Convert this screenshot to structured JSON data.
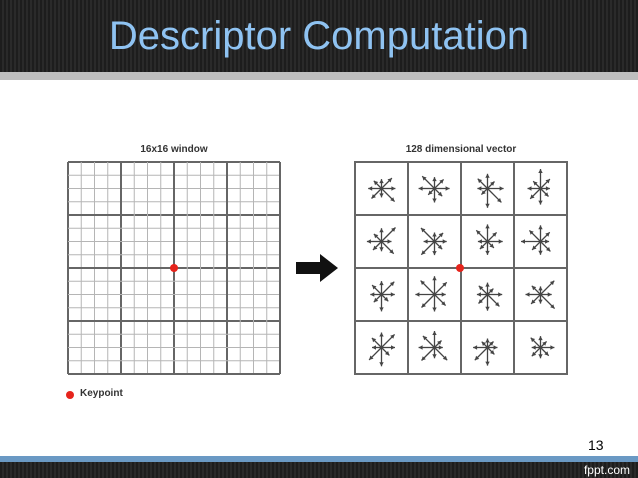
{
  "slide": {
    "title": "Descriptor Computation",
    "page_number": "13",
    "brand": "fppt.com"
  },
  "diagram": {
    "left_panel_title": "16x16 window",
    "right_panel_title": "128 dimensional vector",
    "legend_label": "Keypoint",
    "keypoint_color": "#e6241c",
    "grid_cells": 16,
    "blocks_per_side": 4,
    "histogram_bins": 8,
    "arrow_icon": "right-arrow-icon"
  }
}
